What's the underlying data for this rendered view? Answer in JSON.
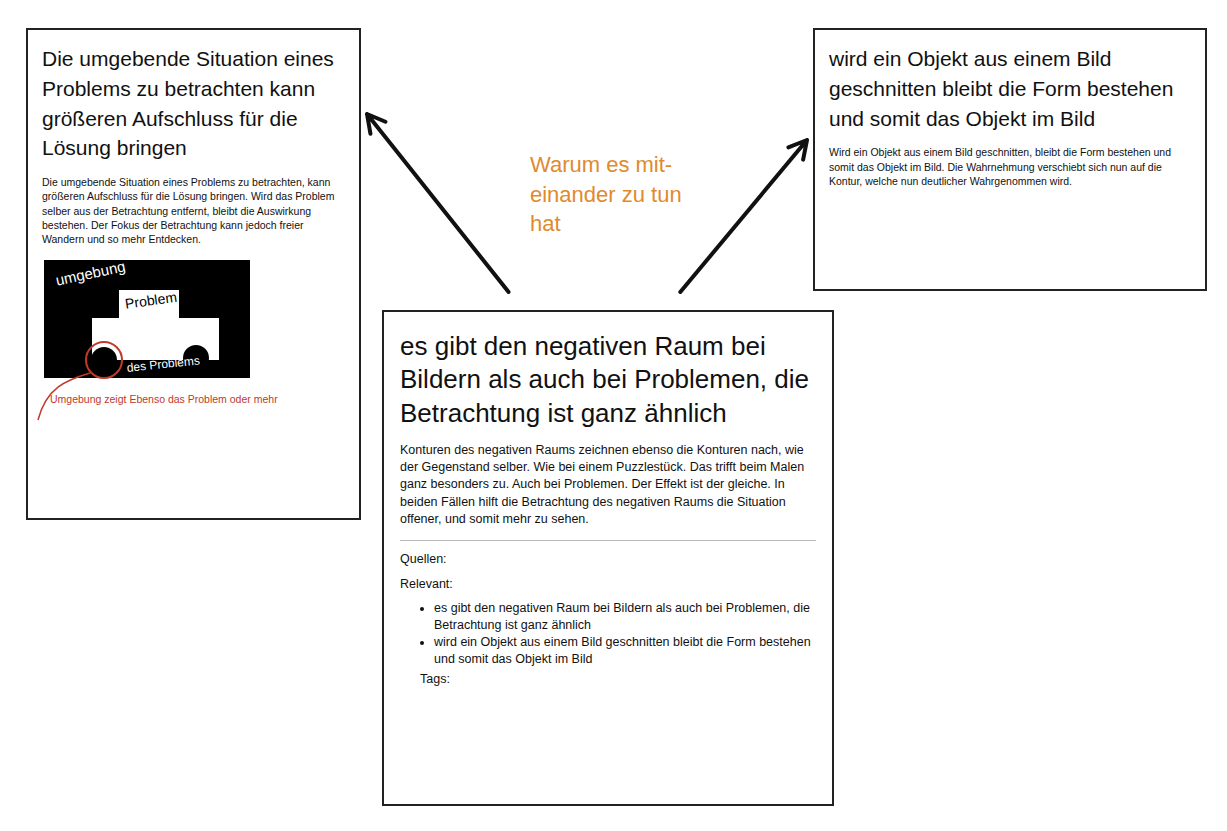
{
  "diagram": {
    "nodes": [
      {
        "text": [
          "Die umgebende Situation eines Problems zu betrachten kann größeren Aufschluss für die Lösung bringen",
          "Die umgebende Situation eines Problems zu betrachten, kann größeren Aufschluss für die Lösung bringen. Wird das Problem selber aus der Betrachtung entfernt, bleibt die Auswirkung bestehen. Der Fokus der Betrachtung kann jedoch freier Wandern und so mehr Entdecken."
        ]
      },
      {
        "text": [
          "wird ein Objekt aus einem Bild geschnitten bleibt die Form bestehen und somit das Objekt im Bild",
          "Wird ein Objekt aus einem Bild geschnitten, bleibt die Form bestehen und somit das Objekt im Bild. Die Wahrnehmung verschiebt sich nun auf die Kontur, welche nun deutlicher Wahrgenommen wird."
        ]
      },
      {
        "text": [
          "es gibt den negativen Raum bei Bildern als auch bei Problemen, die Betrachtung ist ganz ähnlich",
          "Konturen des negativen Raums zeichnen ebenso die Konturen nach, wie der Gegenstand selber. Wie bei einem Puzzlestück. Das trifft beim Malen ganz besonders zu. Auch bei Problemen. Der Effekt ist der gleiche. In beiden Fällen hilft die Betrachtung des negativen Raums die Situation offener, und somit mehr zu sehen.",
          "Quellen:",
          "Relevant:",
          "es gibt den negativen Raum bei Bildern als auch bei Problemen, die Betrachtung ist ganz ähnlich",
          "wird ein Objekt aus einem Bild geschnitten bleibt die Form bestehen und somit das Objekt im Bild",
          "Tags:"
        ]
      }
    ],
    "edges": [
      {
        "from": 2,
        "to": 0,
        "arrow": "to"
      },
      {
        "from": 2,
        "to": 1,
        "arrow": "to"
      }
    ],
    "labels": [
      "Warum es mit- einander zu tun hat",
      "umgebung",
      "Problem",
      "des Problems",
      "Umgebung zeigt Ebenso das Problem oder mehr"
    ]
  }
}
